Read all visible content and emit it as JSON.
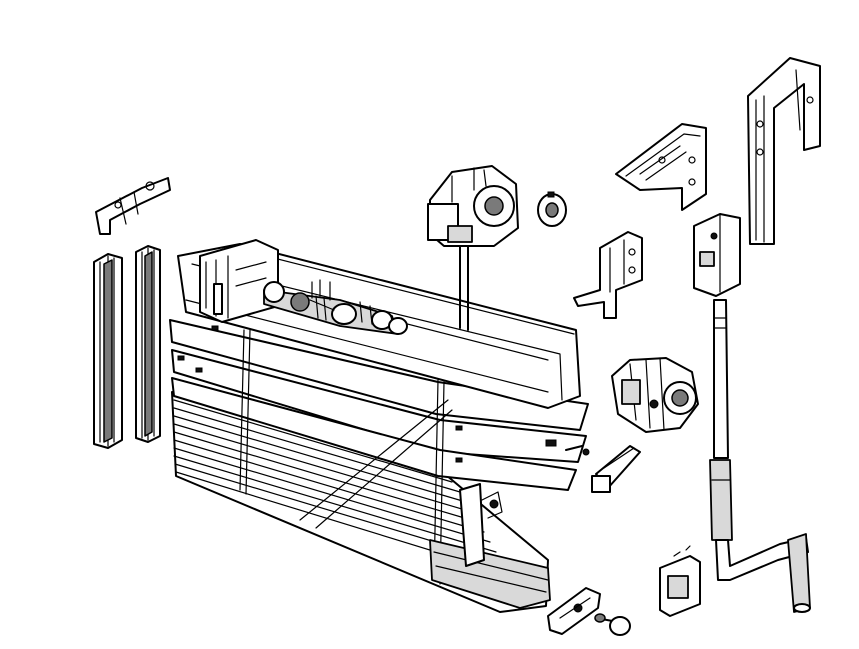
{
  "figure": {
    "description_visible_text": "",
    "colors": {
      "ink": "#000000",
      "paper": "#ffffff",
      "shade": "#d9d9d9"
    },
    "parts": [
      "side-guide-rail-left",
      "side-guide-rail-right",
      "small-wall-clip",
      "headrail",
      "headrail-end-bracket",
      "tilt-rod-mechanism",
      "tilt-gear-box",
      "lock-collar",
      "slats",
      "bottom-rail",
      "bracket-angle",
      "bracket-tall",
      "bracket-small",
      "crank-gear-housing",
      "gear-unit",
      "end-cap-pin",
      "crank-rod",
      "crank-handle",
      "wall-holder",
      "bottom-clip",
      "knob-pin"
    ]
  }
}
